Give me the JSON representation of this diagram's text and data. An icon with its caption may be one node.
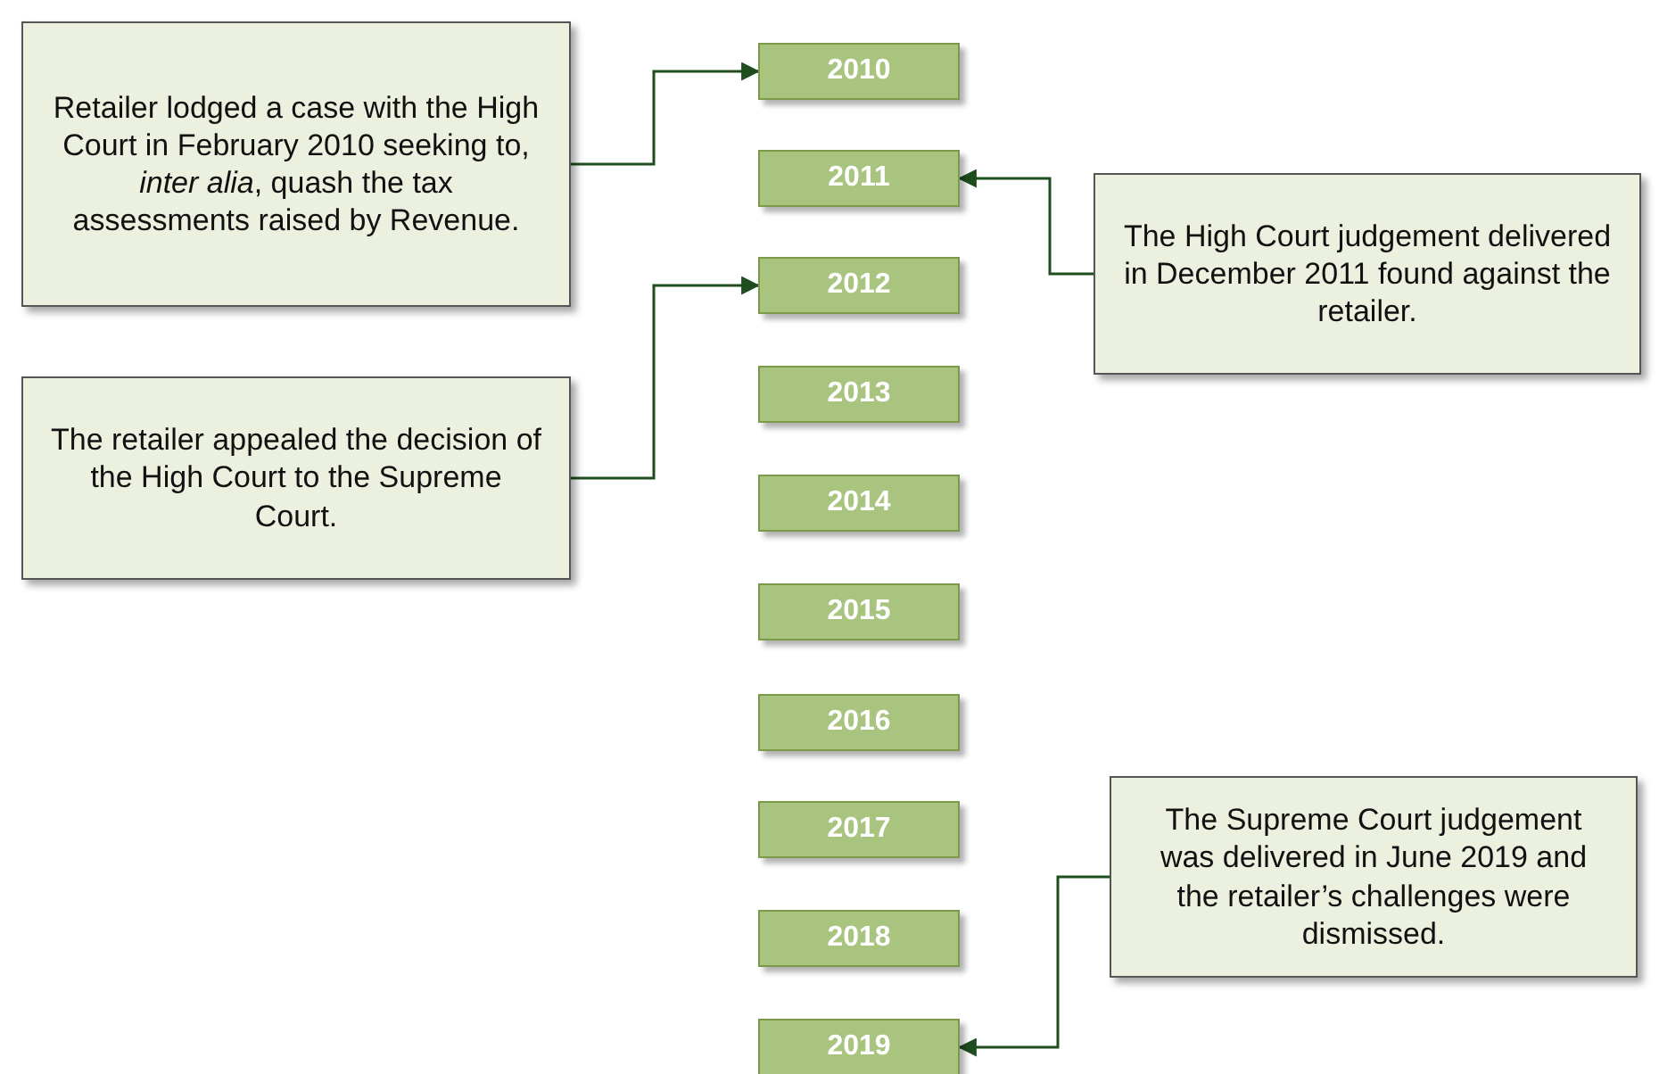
{
  "diagram": {
    "nodes": [
      {
        "text": [
          "Retailer lodged a case with the High Court in February 2010 seeking to, *inter alia*, quash the tax assessments raised by Revenue."
        ]
      },
      {
        "text": [
          "2010"
        ]
      },
      {
        "text": [
          "2011"
        ]
      },
      {
        "text": [
          "The High Court judgement delivered in December 2011 found against the retailer."
        ]
      },
      {
        "text": [
          "2012"
        ]
      },
      {
        "text": [
          "The retailer appealed the decision of the High Court to the Supreme Court."
        ]
      },
      {
        "text": [
          "2013"
        ]
      },
      {
        "text": [
          "2014"
        ]
      },
      {
        "text": [
          "2015"
        ]
      },
      {
        "text": [
          "2016"
        ]
      },
      {
        "text": [
          "2017"
        ]
      },
      {
        "text": [
          "2018"
        ]
      },
      {
        "text": [
          "2019"
        ]
      },
      {
        "text": [
          "The Supreme Court judgement was delivered in June 2019 and the retailer’s challenges were dismissed."
        ]
      }
    ],
    "edges": [
      {
        "from": 0,
        "to": 1,
        "arrow": "to"
      },
      {
        "from": 3,
        "to": 2,
        "arrow": "to"
      },
      {
        "from": 5,
        "to": 4,
        "arrow": "to"
      },
      {
        "from": 13,
        "to": 12,
        "arrow": "to"
      }
    ]
  }
}
